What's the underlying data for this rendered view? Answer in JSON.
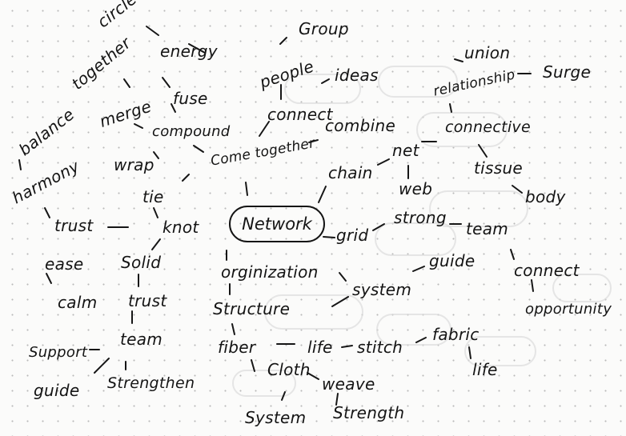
{
  "center": "Network",
  "words": {
    "circle": "circle",
    "together": "together",
    "energy": "energy",
    "balance": "balance",
    "merge": "merge",
    "fuse": "fuse",
    "compound": "compound",
    "harmony": "harmony",
    "wrap": "wrap",
    "tie": "tie",
    "trust_left": "trust",
    "knot": "knot",
    "ease": "ease",
    "solid": "Solid",
    "calm": "calm",
    "trust_mid": "trust",
    "team_left": "team",
    "support": "Support",
    "guide_left": "guide",
    "strengthen": "Strengthen",
    "group": "Group",
    "people": "people",
    "ideas": "ideas",
    "connect_top": "connect",
    "combine": "combine",
    "come_together": "Come together",
    "union": "union",
    "relationship": "relationship",
    "surge": "Surge",
    "connective": "connective",
    "net": "net",
    "chain": "chain",
    "web": "web",
    "tissue": "tissue",
    "body": "body",
    "grid": "grid",
    "strong": "strong",
    "team_right": "team",
    "guide_right": "guide",
    "connect_right": "connect",
    "opportunity": "opportunity",
    "orginization": "orginization",
    "system_mid": "system",
    "structure": "Structure",
    "fiber": "fiber",
    "life_mid": "life",
    "stitch": "stitch",
    "fabric": "fabric",
    "life_right": "life",
    "cloth": "Cloth",
    "weave": "weave",
    "system_bottom": "System",
    "strength": "Strength"
  }
}
